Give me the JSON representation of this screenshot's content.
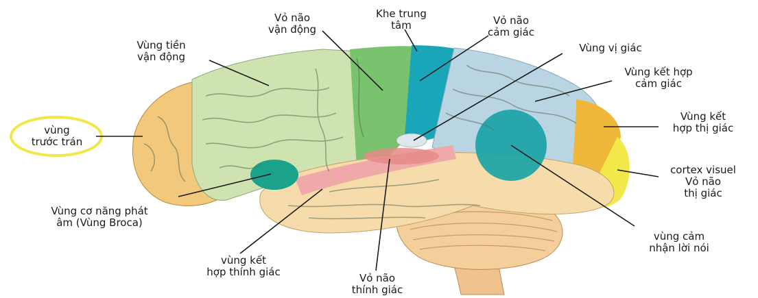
{
  "colors": {
    "prefrontal": "#f2c97c",
    "premotor": "#cfe3b0",
    "motor": "#79c26e",
    "central": "#18a6b8",
    "sensory": "#b9d5e3",
    "visual_assoc": "#f0b83a",
    "visual": "#f3e84a",
    "temporal": "#f7dcab",
    "auditory": "#f0a9a9",
    "broca": "#1aa38a",
    "wernicke": "#1aa3a6",
    "taste": "#dfe7ee",
    "cerebellum": "#f4cf9b",
    "stem": "#f0c28e",
    "highlight_circle": "#f2e64a"
  },
  "labels": {
    "vo_nao_van_dong": [
      "Vỏ não",
      "vận động"
    ],
    "khe_trung_tam": [
      "Khe trung",
      "tâm"
    ],
    "vo_nao_cam_giac": [
      "Vỏ não",
      "cảm giác"
    ],
    "vung_tien_van_dong": [
      "Vùng tiền",
      "vận động"
    ],
    "vung_vi_giac": [
      "Vùng vị giác"
    ],
    "vung_ket_hop_cam_giac": [
      "Vùng kết hợp",
      "cảm giác"
    ],
    "vung_truoc_tran": [
      "vùng",
      "trước trán"
    ],
    "vung_ket_hop_thi_giac": [
      "Vùng kết",
      "hợp thị giác"
    ],
    "cortex_visuel": [
      "cortex visuel",
      "Vỏ não",
      "thị giác"
    ],
    "vung_broca": [
      "Vùng cơ năng phát",
      "âm (Vùng Broca)"
    ],
    "vung_cam_nhan_loi_noi": [
      "vùng cảm",
      "nhận lời nói"
    ],
    "vung_ket_hop_thinh_giac": [
      "vùng kết",
      "hợp thính giác"
    ],
    "vo_nao_thinh_giac": [
      "Vỏ não",
      "thính giác"
    ]
  }
}
